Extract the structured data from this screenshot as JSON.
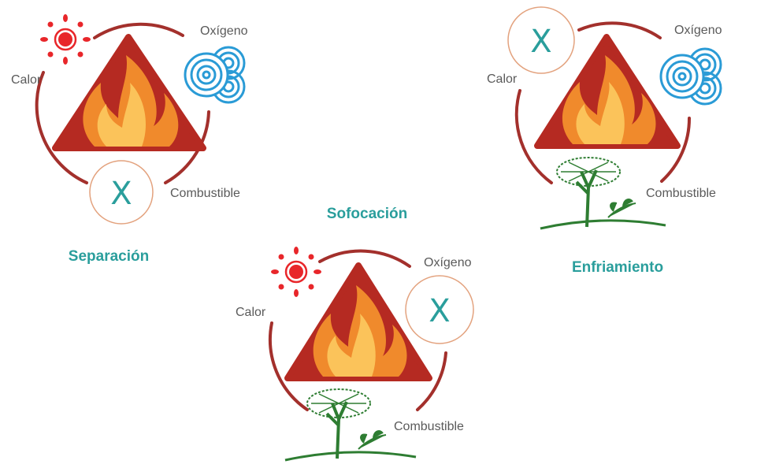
{
  "diagrams": [
    {
      "title": "Separación",
      "labels": {
        "heat": "Calor",
        "oxygen": "Oxígeno",
        "fuel": "Combustible"
      },
      "removed": "fuel",
      "removed_mark": "X"
    },
    {
      "title": "Sofocación",
      "labels": {
        "heat": "Calor",
        "oxygen": "Oxígeno",
        "fuel": "Combustible"
      },
      "removed": "oxygen",
      "removed_mark": "X"
    },
    {
      "title": "Enfriamiento",
      "labels": {
        "heat": "Calor",
        "oxygen": "Oxígeno",
        "fuel": "Combustible"
      },
      "removed": "heat",
      "removed_mark": "X"
    }
  ],
  "colors": {
    "title": "#2a9e9c",
    "label": "#5a5a5a",
    "ring": "#a3302c",
    "triangle": "#b52a22",
    "flame_outer": "#f08a2c",
    "flame_inner": "#fbc35a",
    "sun": "#e8262a",
    "oxygen": "#2a9bd6",
    "tree": "#2e7d32",
    "x_circle": "#e3a27e"
  },
  "icons": [
    "sun-icon",
    "oxygen-swirl-icon",
    "tree-icon",
    "fire-triangle-icon"
  ]
}
